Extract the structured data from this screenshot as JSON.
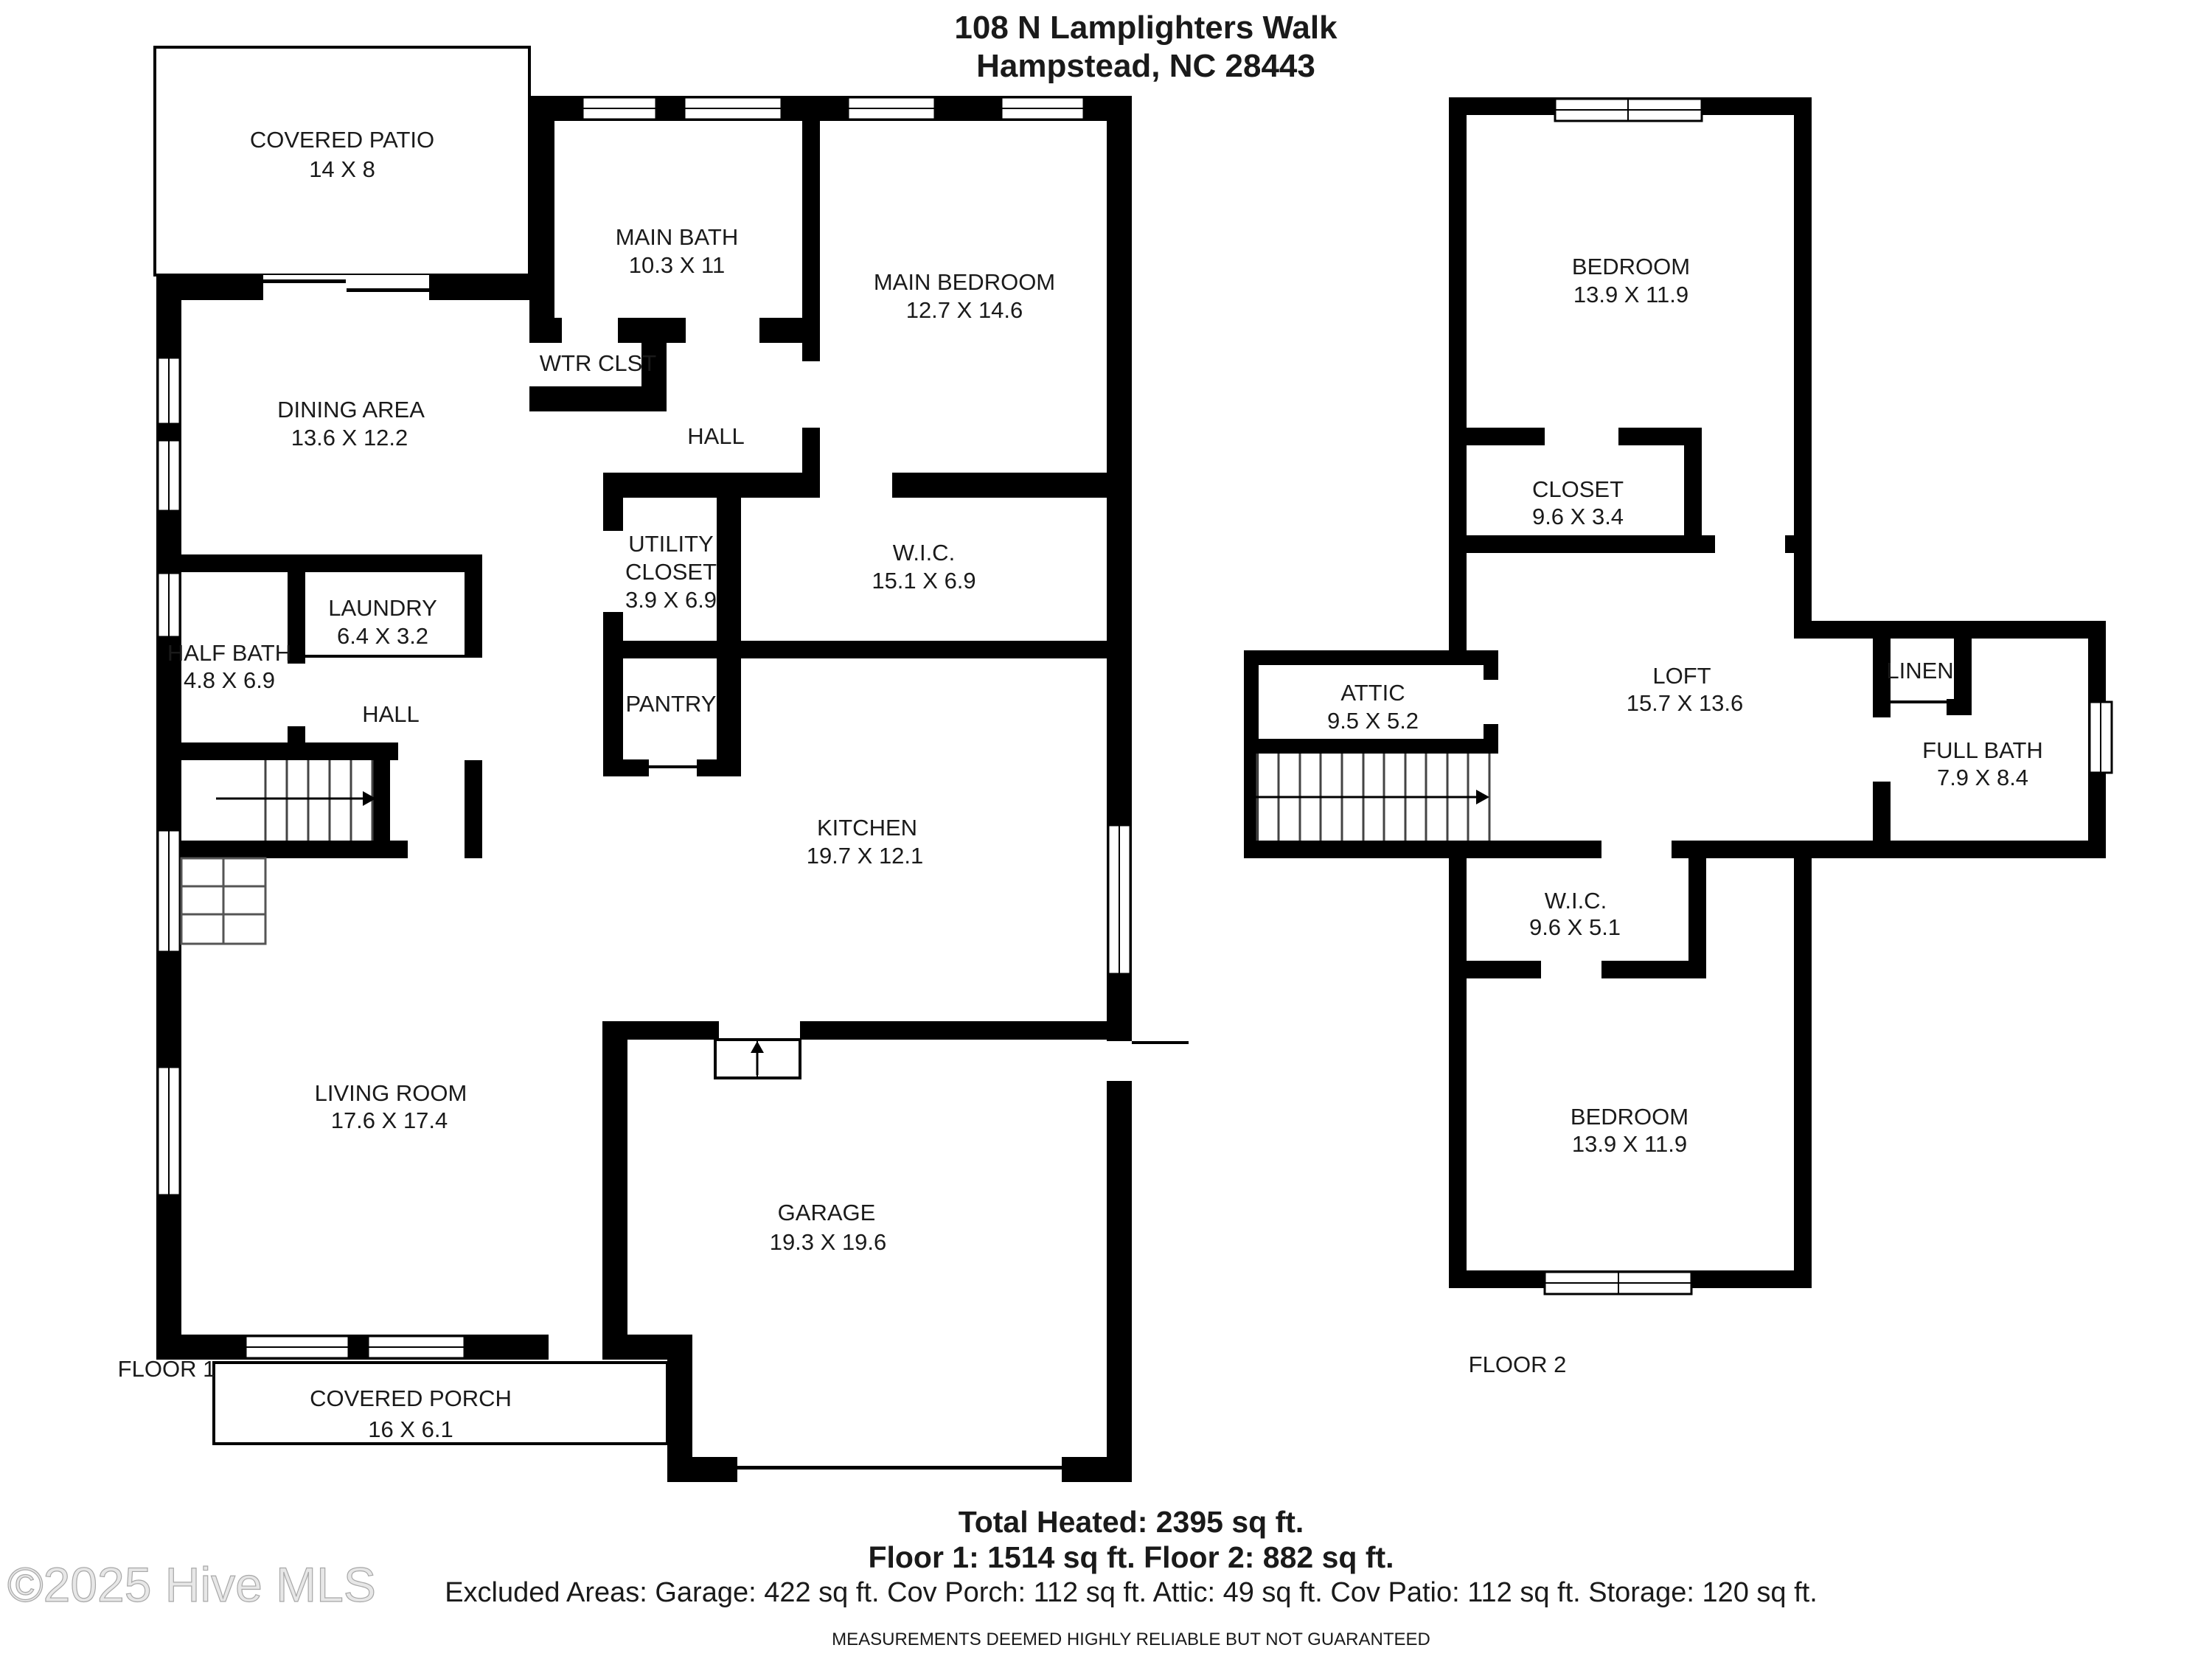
{
  "title": {
    "line1": "108 N Lamplighters Walk",
    "line2": "Hampstead, NC 28443"
  },
  "colors": {
    "wall": "#000000",
    "background": "#ffffff",
    "text": "#1a1a1a",
    "watermark": "#e7e7e7"
  },
  "floor1": {
    "label": "FLOOR 1",
    "rooms": {
      "covered_patio": {
        "name": "COVERED PATIO",
        "dims": "14 X 8"
      },
      "main_bath": {
        "name": "MAIN BATH",
        "dims": "10.3 X 11"
      },
      "wtr_clst": {
        "name": "WTR CLST"
      },
      "main_bedroom": {
        "name": "MAIN BEDROOM",
        "dims": "12.7 X 14.6"
      },
      "hall_upper": {
        "name": "HALL"
      },
      "dining_area": {
        "name": "DINING AREA",
        "dims": "13.6 X 12.2"
      },
      "utility_closet": {
        "line1": "UTILITY",
        "line2": "CLOSET",
        "dims": "3.9 X 6.9"
      },
      "wic": {
        "name": "W.I.C.",
        "dims": "15.1 X 6.9"
      },
      "half_bath": {
        "name": "HALF BATH",
        "dims": "4.8 X 6.9"
      },
      "laundry": {
        "name": "LAUNDRY",
        "dims": "6.4 X 3.2"
      },
      "hall_lower": {
        "name": "HALL"
      },
      "pantry": {
        "name": "PANTRY"
      },
      "kitchen": {
        "name": "KITCHEN",
        "dims": "19.7 X 12.1"
      },
      "living_room": {
        "name": "LIVING ROOM",
        "dims": "17.6 X 17.4"
      },
      "garage": {
        "name": "GARAGE",
        "dims": "19.3 X 19.6"
      },
      "covered_porch": {
        "name": "COVERED PORCH",
        "dims": "16 X 6.1"
      }
    }
  },
  "floor2": {
    "label": "FLOOR 2",
    "rooms": {
      "bedroom_top": {
        "name": "BEDROOM",
        "dims": "13.9 X 11.9"
      },
      "closet": {
        "name": "CLOSET",
        "dims": "9.6 X 3.4"
      },
      "attic": {
        "name": "ATTIC",
        "dims": "9.5 X 5.2"
      },
      "loft": {
        "name": "LOFT",
        "dims": "15.7 X 13.6"
      },
      "linen": {
        "name": "LINEN"
      },
      "full_bath": {
        "name": "FULL BATH",
        "dims": "7.9 X 8.4"
      },
      "wic": {
        "name": "W.I.C.",
        "dims": "9.6 X 5.1"
      },
      "bedroom_bottom": {
        "name": "BEDROOM",
        "dims": "13.9 X 11.9"
      }
    }
  },
  "summary": {
    "total": "Total Heated: 2395 sq ft.",
    "floors": "Floor 1: 1514 sq ft. Floor 2: 882 sq ft.",
    "excluded": "Excluded Areas: Garage: 422 sq ft. Cov Porch: 112 sq ft. Attic: 49 sq ft. Cov Patio: 112 sq ft. Storage: 120 sq ft.",
    "disclaimer": "MEASUREMENTS DEEMED HIGHLY RELIABLE BUT NOT GUARANTEED"
  },
  "watermark": "©2025 Hive MLS"
}
